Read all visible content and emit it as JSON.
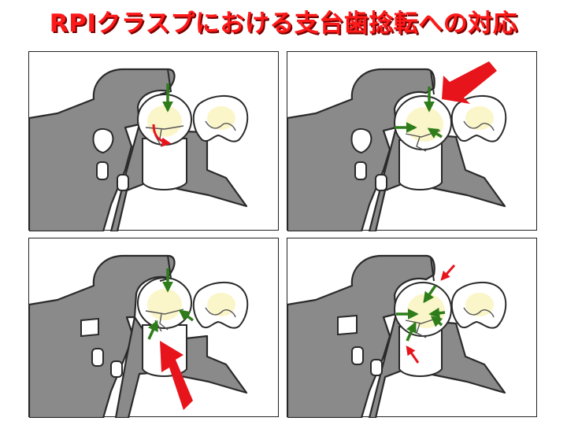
{
  "title": "RPIクラスプにおける支台歯捻転への対応",
  "colors": {
    "title": "#ff1a1a",
    "green_arrow": "#2e7d1a",
    "red_arrow": "#e8141b",
    "frame_fill": "#8a8a8a",
    "tooth_glow": "#fbf6c9"
  },
  "panels": [
    {
      "id": "top-left",
      "green_arrows": 1,
      "red_arrows": 0,
      "curved_red_arrow": true,
      "large_red_arrow": false
    },
    {
      "id": "top-right",
      "green_arrows": 3,
      "red_arrows": 1,
      "curved_red_arrow": false,
      "large_red_arrow": true
    },
    {
      "id": "bottom-left",
      "green_arrows": 3,
      "red_arrows": 1,
      "curved_red_arrow": false,
      "large_red_arrow": true
    },
    {
      "id": "bottom-right",
      "green_arrows": 5,
      "red_arrows": 2,
      "curved_red_arrow": false,
      "large_red_arrow": false
    }
  ]
}
